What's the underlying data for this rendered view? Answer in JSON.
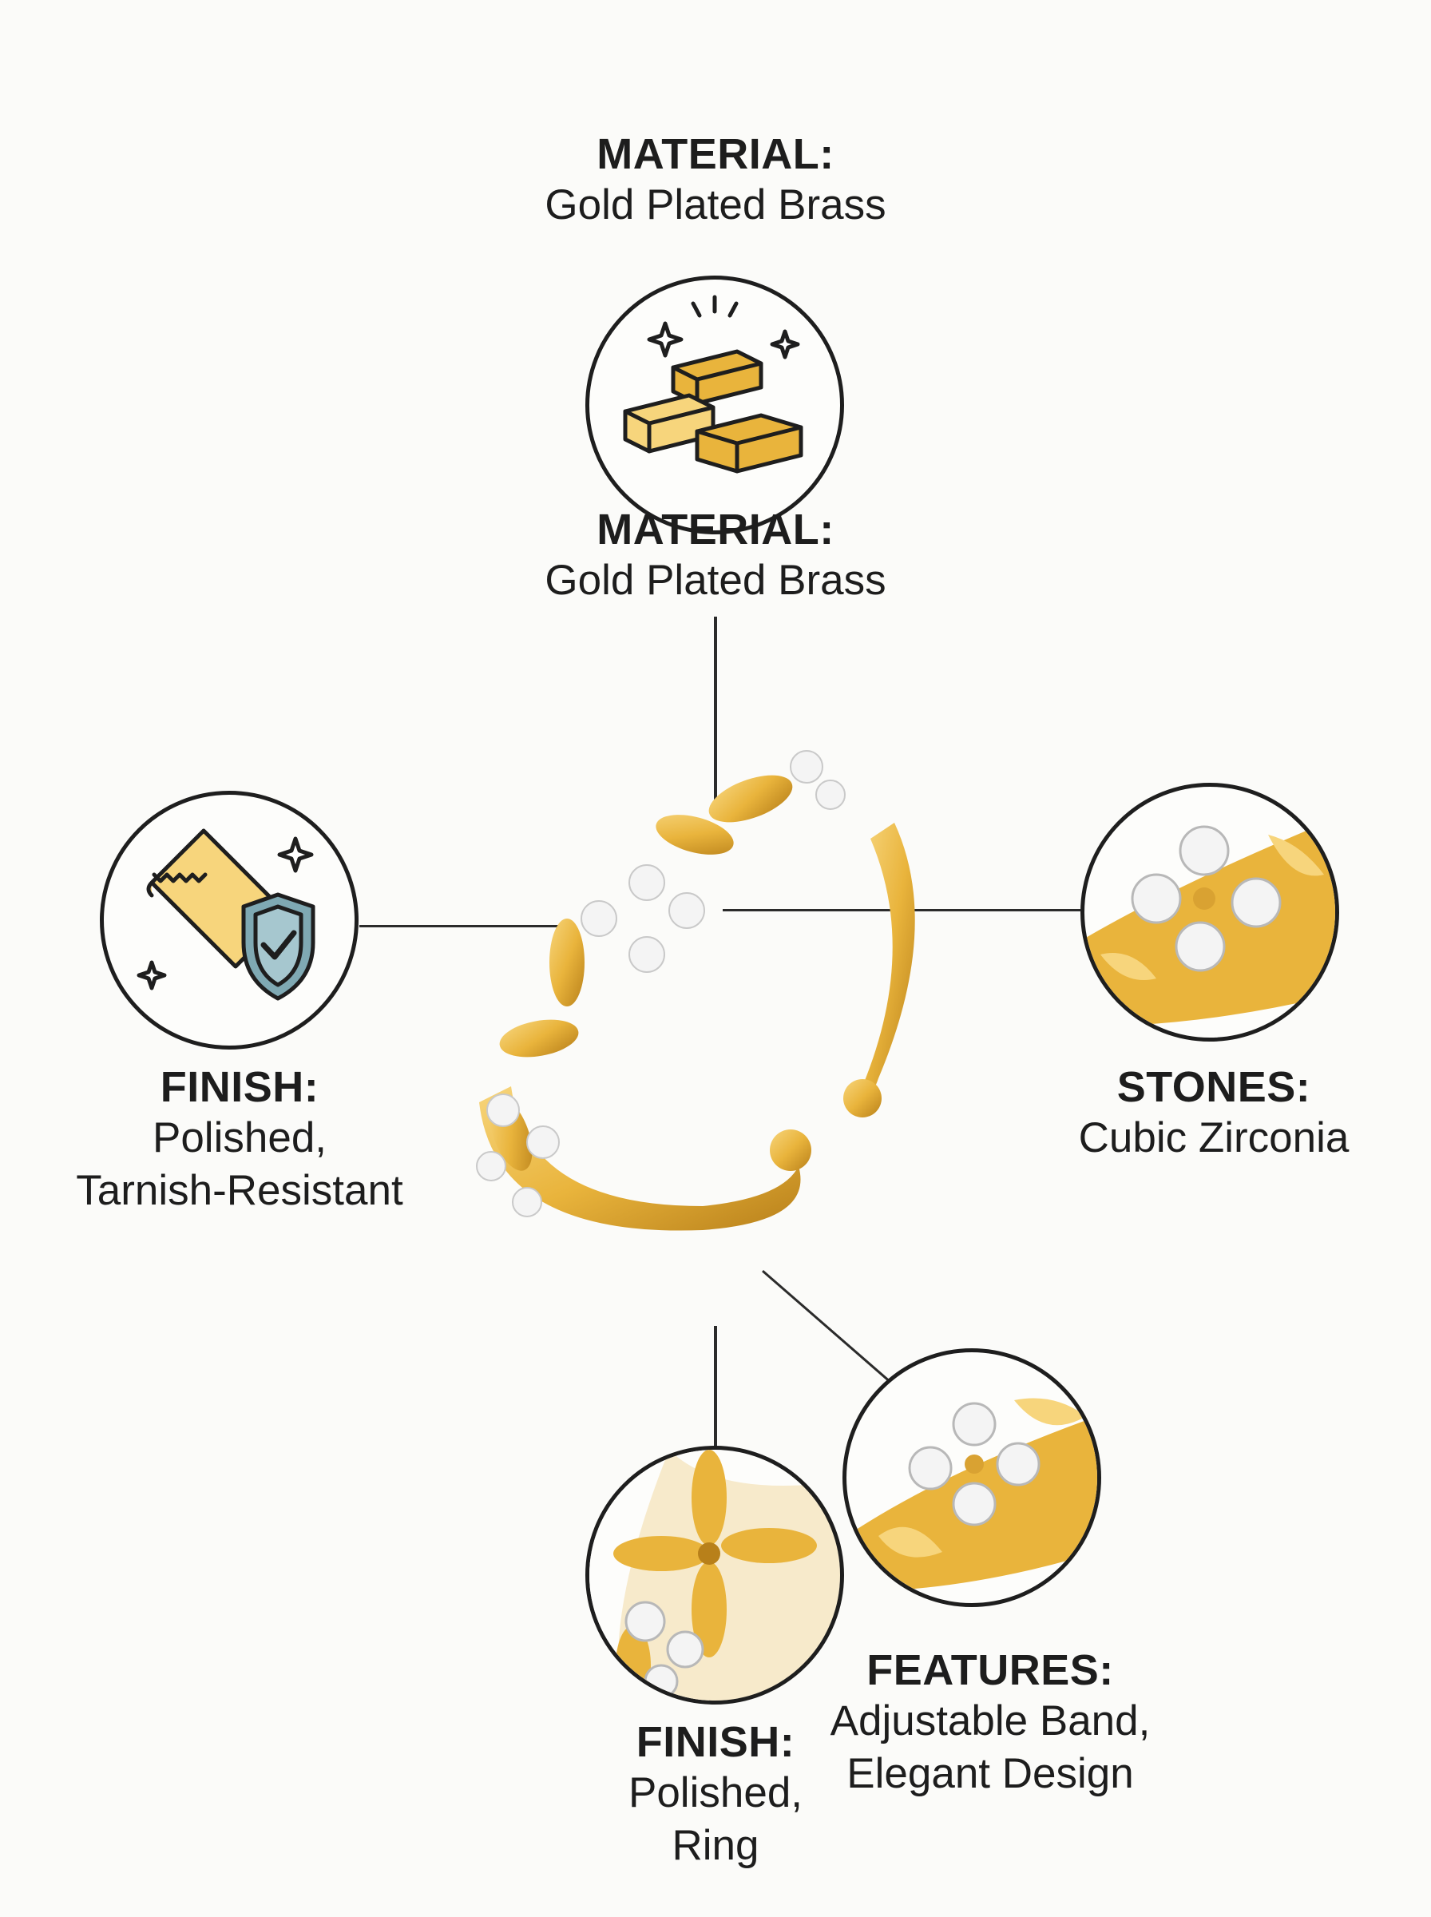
{
  "labels": {
    "material_top": {
      "heading": "MATERIAL:",
      "value": "Gold Plated Brass"
    },
    "material_mid": {
      "heading": "MATERIAL:",
      "value": "Gold Plated Brass"
    },
    "finish_left": {
      "heading": "FINISH:",
      "line1": "Polished,",
      "line2": "Tarnish-Resistant"
    },
    "stones": {
      "heading": "STONES:",
      "value": "Cubic Zirconia"
    },
    "features": {
      "heading": "FEATURES:",
      "line1": "Adjustable Band,",
      "line2": "Elegant Design"
    },
    "finish_bottom": {
      "heading": "FINISH:",
      "line1": "Polished,",
      "line2": "Ring"
    }
  },
  "icons": {
    "material": "gold-bars-icon",
    "finish": "polishing-cloth-shield-icon",
    "stones": "ring-stones-closeup",
    "features": "ring-detail-closeup",
    "finish_bottom": "ring-petal-closeup"
  },
  "colors": {
    "gold": "#e9b43c",
    "gold_light": "#f7d57c",
    "gold_dark": "#b8801a",
    "shield": "#7fa9b3",
    "outline": "#1e1e1e"
  }
}
